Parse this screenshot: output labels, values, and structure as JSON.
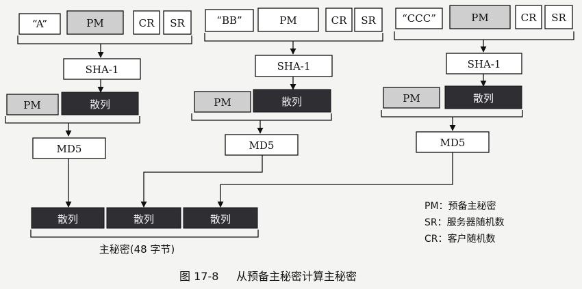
{
  "groups": [
    {
      "label": "“A”",
      "pm": "PM",
      "cr": "CR",
      "sr": "SR",
      "sha": "SHA-1",
      "pm2": "PM",
      "hash": "散列",
      "md5": "MD5"
    },
    {
      "label": "“BB”",
      "pm": "PM",
      "cr": "CR",
      "sr": "SR",
      "sha": "SHA-1",
      "pm2": "PM",
      "hash": "散列",
      "md5": "MD5"
    },
    {
      "label": "“CCC”",
      "pm": "PM",
      "cr": "CR",
      "sr": "SR",
      "sha": "SHA-1",
      "pm2": "PM",
      "hash": "散列",
      "md5": "MD5"
    }
  ],
  "output": {
    "blocks": [
      "散列",
      "散列",
      "散列"
    ],
    "label": "主秘密(48 字节)"
  },
  "legend": [
    "PM：预备主秘密",
    "SR：服务器随机数",
    "CR：客户随机数"
  ],
  "caption": {
    "number": "图 17-8",
    "title": "从预备主秘密计算主秘密"
  },
  "colors": {
    "dark_block": "#2f2f33",
    "pm_fill": "#cfcfcf",
    "white_fill": "#ffffff",
    "line": "#111111"
  }
}
